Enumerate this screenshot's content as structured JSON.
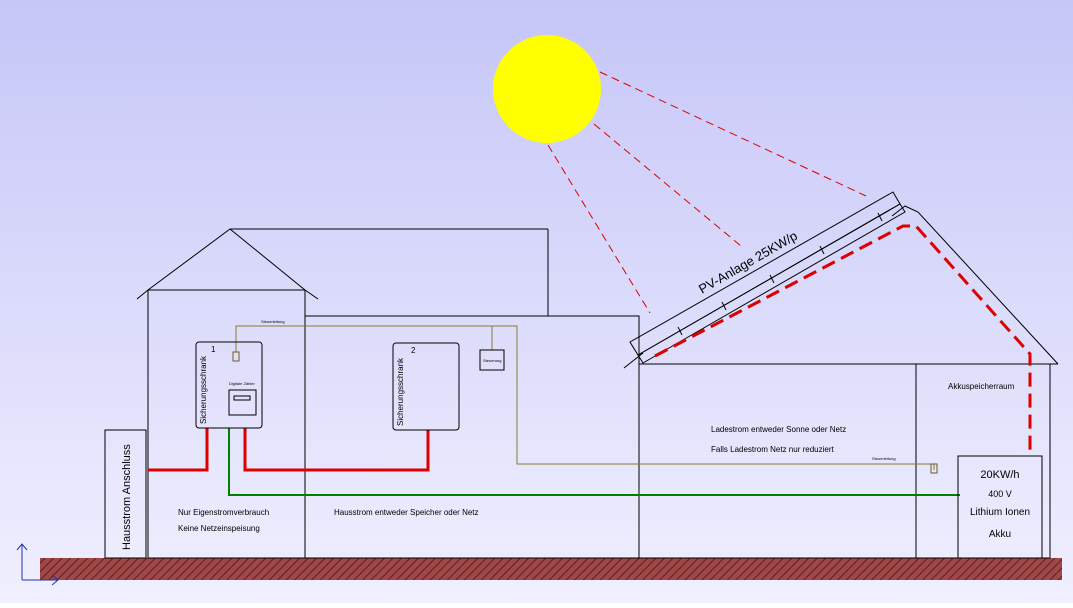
{
  "colors": {
    "sky_top": "#c6c6f8",
    "sky_bottom": "#f0f0ff",
    "sun": "#ffff00",
    "sun_rays": "#dd0000",
    "dc_line": "#dd0000",
    "ac_line": "#008000",
    "signal_line": "#8a7a30",
    "ground": "#8b3a3a"
  },
  "labels": {
    "pv": "PV-Anlage 25KW/p",
    "hausstrom_anschluss": "Hausstrom Anschluss",
    "cabinet1": "Sicherungsschrank",
    "cabinet1_num": "1",
    "cabinet2": "Sicherungsschrank",
    "cabinet2_num": "2",
    "meter": "Digitale Zähler",
    "steuerung": "Steuerung",
    "verbrauch_1": "Nur Eigenstromverbrauch",
    "verbrauch_2": "Keine Netzeinspeisung",
    "hausstrom": "Hausstrom entweder Speicher oder Netz",
    "lade_1": "Ladestrom entweder Sonne oder Netz",
    "lade_2": "Falls Ladestrom Netz nur reduziert",
    "akku_raum": "Akkuspeicherraum",
    "akku_1": "20KW/h",
    "akku_2": "400 V",
    "akku_3": "Lithium Ionen",
    "akku_4": "Akku",
    "signal_1": "Steuerleitung",
    "signal_2": "Steuerleitung"
  }
}
